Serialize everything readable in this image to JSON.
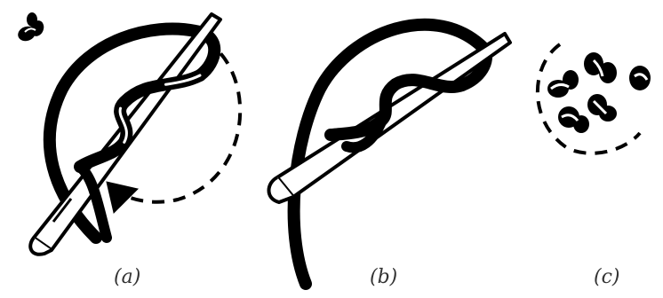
{
  "captions": {
    "a": "(a)",
    "b": "(b)",
    "c": "(c)"
  },
  "colors": {
    "ink": "#000000",
    "paper": "#ffffff"
  },
  "panels": [
    {
      "id": "a",
      "content": [
        "needle",
        "thread-loop",
        "thread-wraps",
        "dashed-arc-arrow",
        "small-knot"
      ]
    },
    {
      "id": "b",
      "content": [
        "needle",
        "thread-loop",
        "thread-wraps"
      ]
    },
    {
      "id": "c",
      "content": [
        "knot-cluster",
        "dashed-outline"
      ]
    }
  ]
}
